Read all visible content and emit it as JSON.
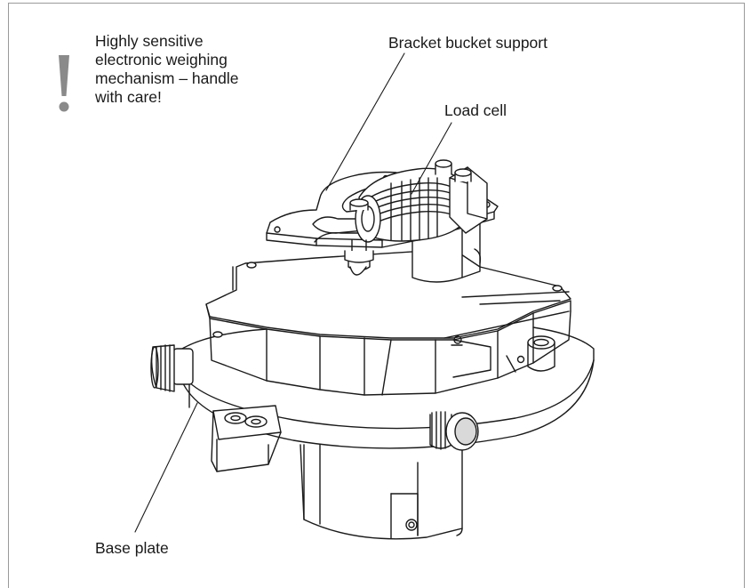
{
  "warning": {
    "lines": [
      "Highly sensitive",
      "electronic weighing",
      "mechanism – handle",
      "with care!"
    ]
  },
  "labels": {
    "bracket": "Bracket bucket support",
    "load_cell": "Load cell",
    "base_plate": "Base plate"
  },
  "colors": {
    "line": "#1a1a1a",
    "warning_mark": "#8a8a8a",
    "frame": "#9a9a9a",
    "shading": "#d9d9d9"
  }
}
